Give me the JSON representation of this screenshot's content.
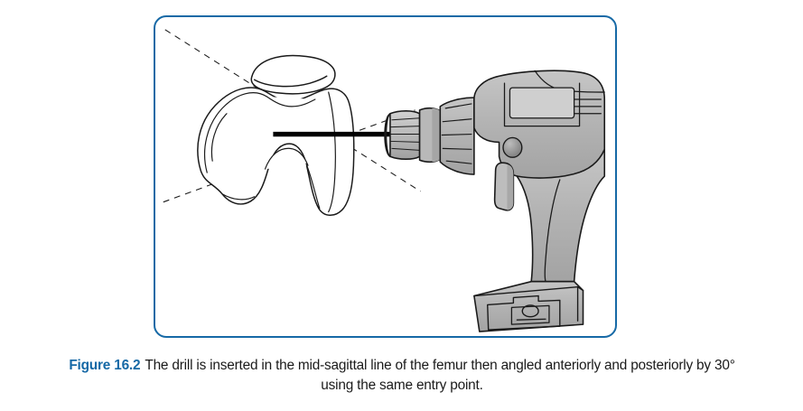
{
  "figure": {
    "frame_border_color": "#1669a6",
    "background_color": "#ffffff"
  },
  "caption": {
    "label": "Figure 16.2",
    "text": "The drill is inserted in the mid-sagittal line of the femur then angled anteriorly and posteriorly by 30° using the same entry point.",
    "label_color": "#1669a6",
    "text_color": "#1a1a1a"
  },
  "illustration": {
    "title": "Distal femur with cordless drill inserted along the mid-sagittal line",
    "anatomy": {
      "label": "distal femur and patella line drawing",
      "outline_color": "#1a1a1a",
      "fill_color": "#ffffff",
      "parts": [
        "patella",
        "medial-femoral-condyle",
        "lateral-femoral-condyle",
        "intercondylar-notch",
        "femoral-shaft"
      ]
    },
    "drill": {
      "label": "cordless power drill",
      "body_color": "#b3b3b3",
      "highlight_color": "#c9c9c9",
      "shadow_color": "#9a9a9a",
      "outline_color": "#1a1a1a",
      "parts": [
        "drill-bit",
        "chuck",
        "collar",
        "motor-housing",
        "nameplate-panel",
        "vent-lines",
        "direction-button",
        "trigger",
        "handle-grip",
        "battery-pack",
        "battery-latch"
      ]
    },
    "guide_lines": {
      "entry_axis_label": "mid-sagittal drill axis",
      "anterior_angle_label": "anterior 30° guide",
      "posterior_angle_label": "posterior 30° guide",
      "angle_degrees": "30°",
      "line_color": "#1a1a1a",
      "style": "dashed"
    }
  }
}
